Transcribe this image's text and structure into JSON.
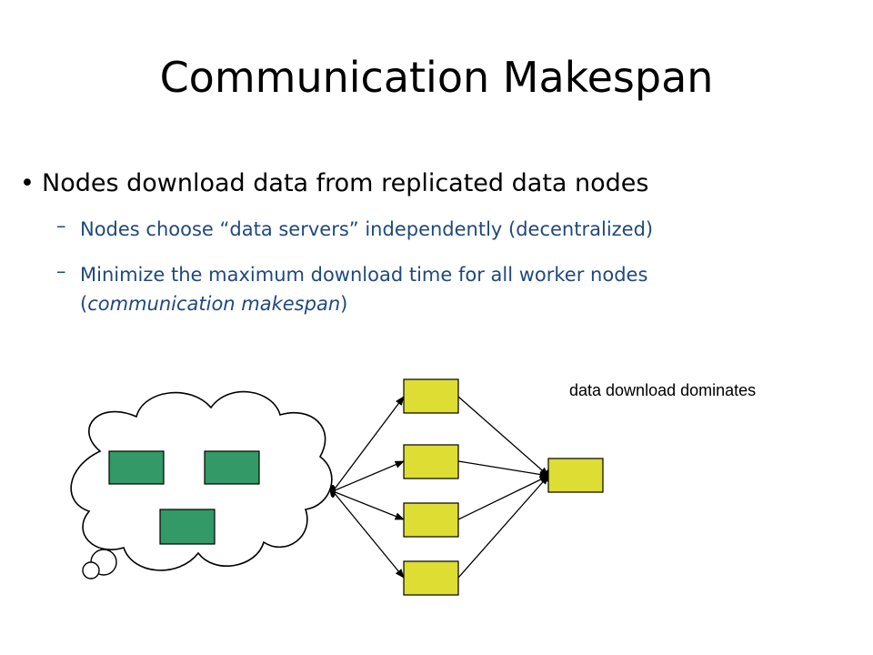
{
  "slide": {
    "title": "Communication Makespan",
    "bullet": "Nodes download data from replicated data nodes",
    "sub1": "Nodes choose “data servers” independently (decentralized)",
    "sub2_pre": "Minimize the maximum download time for all worker nodes (",
    "sub2_em": "communication  makespan",
    "sub2_post": ")"
  },
  "diagram": {
    "caption": "data download dominates",
    "colors": {
      "data_node": "#339966",
      "worker_node": "#dddd33",
      "stroke": "#000000"
    }
  }
}
